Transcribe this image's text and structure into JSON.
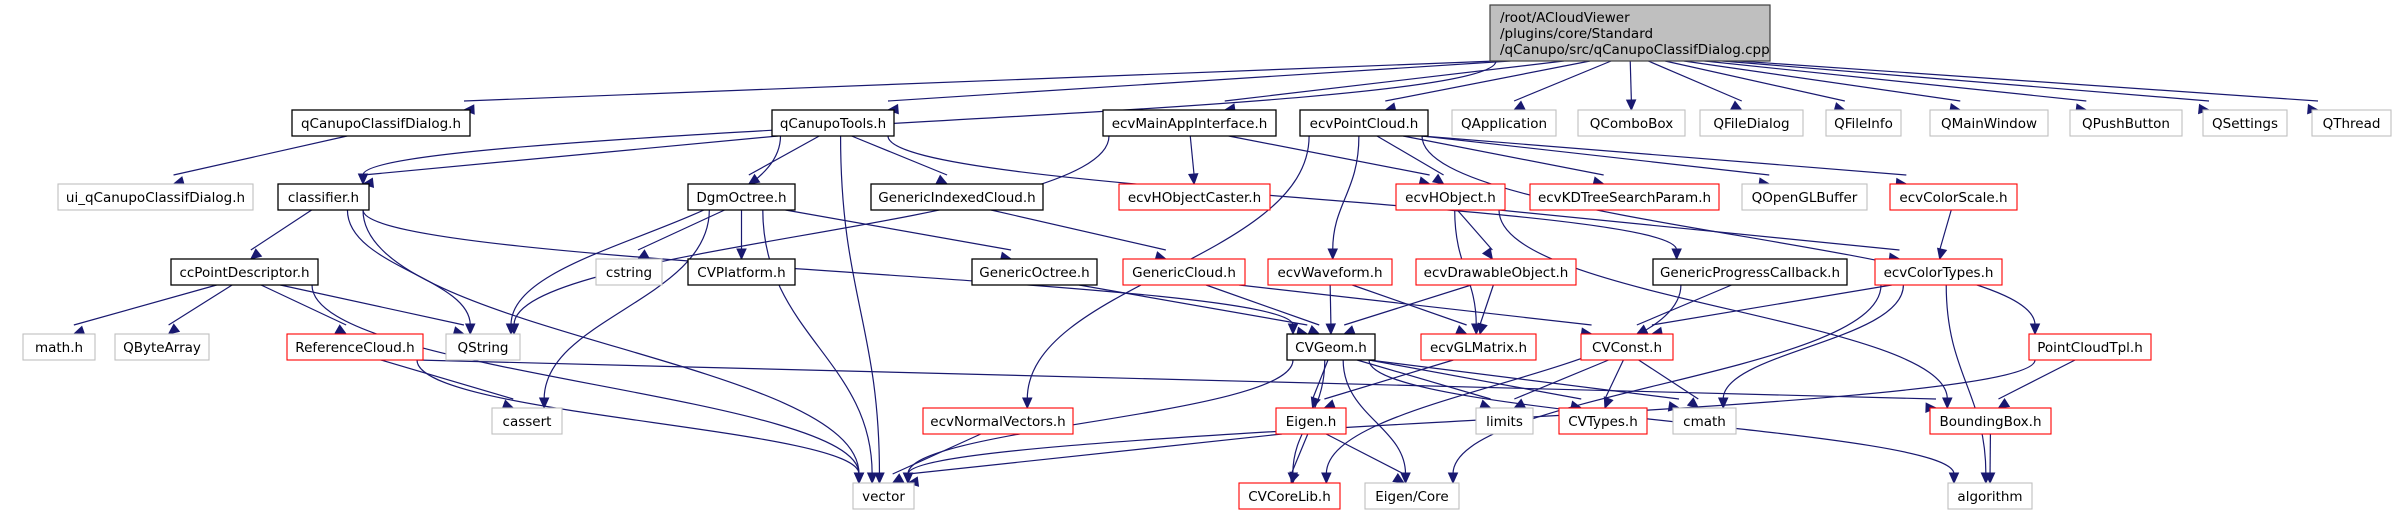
{
  "diagram": {
    "type": "include-dependency-graph",
    "colors": {
      "edge": "#191970",
      "root_fill": "#bfbfbf",
      "root_border": "#404040",
      "documented_border": "#000000",
      "external_border": "#bfbfbf",
      "incomplete_border": "#ff0000"
    },
    "root": {
      "id": "root",
      "lines": [
        "/root/ACloudViewer",
        "/plugins/core/Standard",
        "/qCanupo/src/qCanupoClassifDialog.cpp"
      ]
    },
    "nodes": [
      {
        "id": "qCanupoClassifDialog_h",
        "label": "qCanupoClassifDialog.h",
        "style": "documented"
      },
      {
        "id": "qCanupoTools_h",
        "label": "qCanupoTools.h",
        "style": "documented"
      },
      {
        "id": "ecvMainAppInterface_h",
        "label": "ecvMainAppInterface.h",
        "style": "documented"
      },
      {
        "id": "ecvPointCloud_h",
        "label": "ecvPointCloud.h",
        "style": "documented"
      },
      {
        "id": "QApplication",
        "label": "QApplication",
        "style": "external"
      },
      {
        "id": "QComboBox",
        "label": "QComboBox",
        "style": "external"
      },
      {
        "id": "QFileDialog",
        "label": "QFileDialog",
        "style": "external"
      },
      {
        "id": "QFileInfo",
        "label": "QFileInfo",
        "style": "external"
      },
      {
        "id": "QMainWindow",
        "label": "QMainWindow",
        "style": "external"
      },
      {
        "id": "QPushButton",
        "label": "QPushButton",
        "style": "external"
      },
      {
        "id": "QSettings",
        "label": "QSettings",
        "style": "external"
      },
      {
        "id": "QThread",
        "label": "QThread",
        "style": "external"
      },
      {
        "id": "ui_qCanupoClassifDialog_h",
        "label": "ui_qCanupoClassifDialog.h",
        "style": "external"
      },
      {
        "id": "classifier_h",
        "label": "classifier.h",
        "style": "documented"
      },
      {
        "id": "DgmOctree_h",
        "label": "DgmOctree.h",
        "style": "documented"
      },
      {
        "id": "GenericIndexedCloud_h",
        "label": "GenericIndexedCloud.h",
        "style": "documented"
      },
      {
        "id": "ecvHObjectCaster_h",
        "label": "ecvHObjectCaster.h",
        "style": "incomplete"
      },
      {
        "id": "ecvHObject_h",
        "label": "ecvHObject.h",
        "style": "incomplete"
      },
      {
        "id": "ecvKDTreeSearchParam_h",
        "label": "ecvKDTreeSearchParam.h",
        "style": "incomplete"
      },
      {
        "id": "QOpenGLBuffer",
        "label": "QOpenGLBuffer",
        "style": "external"
      },
      {
        "id": "ecvColorScale_h",
        "label": "ecvColorScale.h",
        "style": "incomplete"
      },
      {
        "id": "ccPointDescriptor_h",
        "label": "ccPointDescriptor.h",
        "style": "documented"
      },
      {
        "id": "cstring",
        "label": "cstring",
        "style": "external"
      },
      {
        "id": "CVPlatform_h",
        "label": "CVPlatform.h",
        "style": "documented"
      },
      {
        "id": "GenericOctree_h",
        "label": "GenericOctree.h",
        "style": "documented"
      },
      {
        "id": "GenericCloud_h",
        "label": "GenericCloud.h",
        "style": "incomplete"
      },
      {
        "id": "ecvWaveform_h",
        "label": "ecvWaveform.h",
        "style": "incomplete"
      },
      {
        "id": "ecvDrawableObject_h",
        "label": "ecvDrawableObject.h",
        "style": "incomplete"
      },
      {
        "id": "GenericProgressCallback_h",
        "label": "GenericProgressCallback.h",
        "style": "documented"
      },
      {
        "id": "ecvColorTypes_h",
        "label": "ecvColorTypes.h",
        "style": "incomplete"
      },
      {
        "id": "math_h",
        "label": "math.h",
        "style": "external"
      },
      {
        "id": "QByteArray",
        "label": "QByteArray",
        "style": "external"
      },
      {
        "id": "ReferenceCloud_h",
        "label": "ReferenceCloud.h",
        "style": "incomplete"
      },
      {
        "id": "QString",
        "label": "QString",
        "style": "external"
      },
      {
        "id": "CVGeom_h",
        "label": "CVGeom.h",
        "style": "documented"
      },
      {
        "id": "ecvGLMatrix_h",
        "label": "ecvGLMatrix.h",
        "style": "incomplete"
      },
      {
        "id": "CVConst_h",
        "label": "CVConst.h",
        "style": "incomplete"
      },
      {
        "id": "PointCloudTpl_h",
        "label": "PointCloudTpl.h",
        "style": "incomplete"
      },
      {
        "id": "cassert",
        "label": "cassert",
        "style": "external"
      },
      {
        "id": "ecvNormalVectors_h",
        "label": "ecvNormalVectors.h",
        "style": "incomplete"
      },
      {
        "id": "Eigen_h",
        "label": "Eigen.h",
        "style": "incomplete"
      },
      {
        "id": "limits",
        "label": "limits",
        "style": "external"
      },
      {
        "id": "CVTypes_h",
        "label": "CVTypes.h",
        "style": "incomplete"
      },
      {
        "id": "cmath",
        "label": "cmath",
        "style": "external"
      },
      {
        "id": "BoundingBox_h",
        "label": "BoundingBox.h",
        "style": "incomplete"
      },
      {
        "id": "vector",
        "label": "vector",
        "style": "external"
      },
      {
        "id": "CVCoreLib_h",
        "label": "CVCoreLib.h",
        "style": "incomplete"
      },
      {
        "id": "Eigen_Core",
        "label": "Eigen/Core",
        "style": "external"
      },
      {
        "id": "algorithm",
        "label": "algorithm",
        "style": "external"
      }
    ],
    "edges": [
      [
        "root",
        "qCanupoClassifDialog_h"
      ],
      [
        "root",
        "qCanupoTools_h"
      ],
      [
        "root",
        "classifier_h"
      ],
      [
        "root",
        "ecvMainAppInterface_h"
      ],
      [
        "root",
        "ecvPointCloud_h"
      ],
      [
        "root",
        "QApplication"
      ],
      [
        "root",
        "QComboBox"
      ],
      [
        "root",
        "QFileDialog"
      ],
      [
        "root",
        "QFileInfo"
      ],
      [
        "root",
        "QMainWindow"
      ],
      [
        "root",
        "QPushButton"
      ],
      [
        "root",
        "QSettings"
      ],
      [
        "root",
        "QThread"
      ],
      [
        "qCanupoClassifDialog_h",
        "ui_qCanupoClassifDialog_h"
      ],
      [
        "qCanupoTools_h",
        "classifier_h"
      ],
      [
        "qCanupoTools_h",
        "DgmOctree_h"
      ],
      [
        "qCanupoTools_h",
        "GenericIndexedCloud_h"
      ],
      [
        "qCanupoTools_h",
        "GenericProgressCallback_h"
      ],
      [
        "qCanupoTools_h",
        "QString"
      ],
      [
        "qCanupoTools_h",
        "vector"
      ],
      [
        "ecvMainAppInterface_h",
        "ecvHObjectCaster_h"
      ],
      [
        "ecvMainAppInterface_h",
        "ecvHObject_h"
      ],
      [
        "ecvMainAppInterface_h",
        "QString"
      ],
      [
        "ecvPointCloud_h",
        "ecvKDTreeSearchParam_h"
      ],
      [
        "ecvPointCloud_h",
        "QOpenGLBuffer"
      ],
      [
        "ecvPointCloud_h",
        "ecvColorScale_h"
      ],
      [
        "ecvPointCloud_h",
        "ecvHObject_h"
      ],
      [
        "ecvPointCloud_h",
        "ecvWaveform_h"
      ],
      [
        "ecvPointCloud_h",
        "ecvNormalVectors_h"
      ],
      [
        "ecvPointCloud_h",
        "PointCloudTpl_h"
      ],
      [
        "classifier_h",
        "ccPointDescriptor_h"
      ],
      [
        "classifier_h",
        "QString"
      ],
      [
        "classifier_h",
        "CVGeom_h"
      ],
      [
        "classifier_h",
        "vector"
      ],
      [
        "DgmOctree_h",
        "cstring"
      ],
      [
        "DgmOctree_h",
        "CVPlatform_h"
      ],
      [
        "DgmOctree_h",
        "GenericOctree_h"
      ],
      [
        "DgmOctree_h",
        "cassert"
      ],
      [
        "DgmOctree_h",
        "vector"
      ],
      [
        "GenericIndexedCloud_h",
        "GenericCloud_h"
      ],
      [
        "ecvHObject_h",
        "ecvDrawableObject_h"
      ],
      [
        "ecvHObject_h",
        "ecvGLMatrix_h"
      ],
      [
        "ecvHObject_h",
        "ecvColorTypes_h"
      ],
      [
        "ecvHObject_h",
        "BoundingBox_h"
      ],
      [
        "ecvColorScale_h",
        "ecvColorTypes_h"
      ],
      [
        "ccPointDescriptor_h",
        "math_h"
      ],
      [
        "ccPointDescriptor_h",
        "QByteArray"
      ],
      [
        "ccPointDescriptor_h",
        "ReferenceCloud_h"
      ],
      [
        "ccPointDescriptor_h",
        "QString"
      ],
      [
        "ccPointDescriptor_h",
        "vector"
      ],
      [
        "GenericOctree_h",
        "CVGeom_h"
      ],
      [
        "GenericCloud_h",
        "CVGeom_h"
      ],
      [
        "GenericCloud_h",
        "CVConst_h"
      ],
      [
        "ecvWaveform_h",
        "CVGeom_h"
      ],
      [
        "ecvWaveform_h",
        "ecvGLMatrix_h"
      ],
      [
        "ecvDrawableObject_h",
        "CVGeom_h"
      ],
      [
        "ecvDrawableObject_h",
        "ecvGLMatrix_h"
      ],
      [
        "GenericProgressCallback_h",
        "CVConst_h"
      ],
      [
        "GenericProgressCallback_h",
        "CVCoreLib_h"
      ],
      [
        "ecvColorTypes_h",
        "CVConst_h"
      ],
      [
        "ecvColorTypes_h",
        "cmath"
      ],
      [
        "ecvColorTypes_h",
        "Eigen_Core"
      ],
      [
        "ecvColorTypes_h",
        "algorithm"
      ],
      [
        "ReferenceCloud_h",
        "cassert"
      ],
      [
        "ReferenceCloud_h",
        "BoundingBox_h"
      ],
      [
        "ReferenceCloud_h",
        "vector"
      ],
      [
        "CVGeom_h",
        "Eigen_h"
      ],
      [
        "CVGeom_h",
        "limits"
      ],
      [
        "CVGeom_h",
        "CVTypes_h"
      ],
      [
        "CVGeom_h",
        "cmath"
      ],
      [
        "CVGeom_h",
        "vector"
      ],
      [
        "CVGeom_h",
        "CVCoreLib_h"
      ],
      [
        "CVGeom_h",
        "Eigen_Core"
      ],
      [
        "CVGeom_h",
        "algorithm"
      ],
      [
        "ecvGLMatrix_h",
        "Eigen_h"
      ],
      [
        "CVConst_h",
        "limits"
      ],
      [
        "CVConst_h",
        "CVTypes_h"
      ],
      [
        "CVConst_h",
        "cmath"
      ],
      [
        "PointCloudTpl_h",
        "BoundingBox_h"
      ],
      [
        "PointCloudTpl_h",
        "vector"
      ],
      [
        "ecvNormalVectors_h",
        "vector"
      ],
      [
        "Eigen_h",
        "vector"
      ],
      [
        "Eigen_h",
        "CVCoreLib_h"
      ],
      [
        "Eigen_h",
        "Eigen_Core"
      ],
      [
        "BoundingBox_h",
        "algorithm"
      ]
    ]
  }
}
